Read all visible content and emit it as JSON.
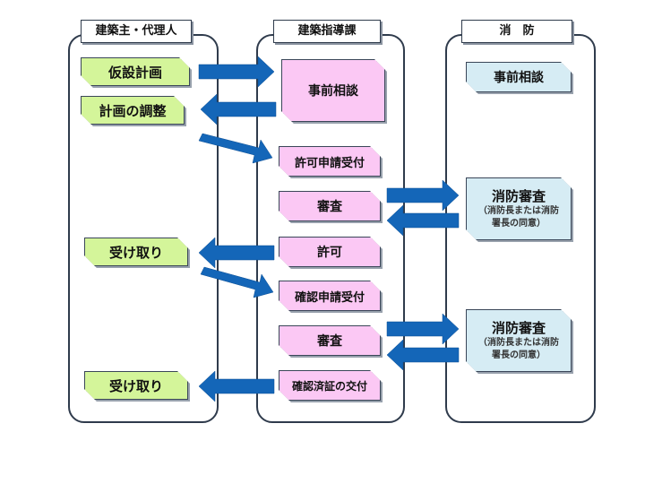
{
  "lanes": {
    "owner": {
      "title": "建築主・代理人"
    },
    "building_dept": {
      "title": "建築指導課"
    },
    "fire_dept": {
      "title": "消　防"
    }
  },
  "owner_steps": {
    "provisional_plan": "仮設計画",
    "plan_adjustment": "計画の調整",
    "receive_permit": "受け取り",
    "receive_certificate": "受け取り"
  },
  "building_steps": {
    "pre_consultation": "事前相談",
    "permit_application": "許可申請受付",
    "review_1": "審査",
    "permit": "許可",
    "confirmation_application": "確認申請受付",
    "review_2": "審査",
    "certificate_issue": "確認済証の交付"
  },
  "fire_steps": {
    "pre_consultation": "事前相談",
    "review_1_title": "消防審査",
    "review_1_sub_line1": "（消防長または消防",
    "review_1_sub_line2": "署長の同意）",
    "review_2_title": "消防審査",
    "review_2_sub_line1": "（消防長または消防",
    "review_2_sub_line2": "署長の同意）"
  },
  "colors": {
    "owner_box": "#d4f59a",
    "building_box": "#fbc8f4",
    "fire_box": "#d6ecf4",
    "arrow": "#1466b8",
    "lane_border": "#2f3b4c"
  },
  "icons": [
    "right-arrow-icon",
    "left-arrow-icon"
  ]
}
